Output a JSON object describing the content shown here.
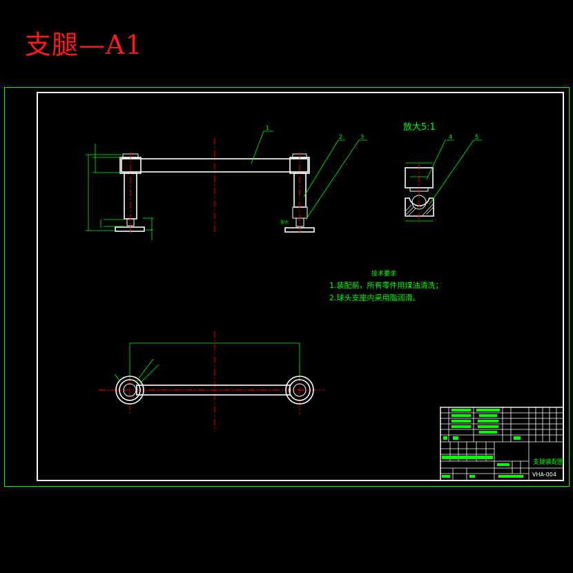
{
  "sheet": {
    "title": "支腿—A1",
    "colors": {
      "border_green": "#00ff00",
      "title_red": "#ff1a1a",
      "line_white": "#ffffff",
      "center_red": "#ff0000"
    }
  },
  "front_view": {
    "callouts": [
      "1",
      "2",
      "3"
    ],
    "note_label": "放大"
  },
  "detail_view": {
    "label": "放大5:1",
    "callouts": [
      "4",
      "5"
    ]
  },
  "tech_requirements": {
    "heading": "技术要求",
    "lines": [
      "1.装配前，所有零件用煤油清洗；",
      "2.球头支座内采用脂润滑。"
    ]
  },
  "title_block": {
    "drawing_name": "支腿装配图",
    "drawing_number": "VHA-004"
  }
}
